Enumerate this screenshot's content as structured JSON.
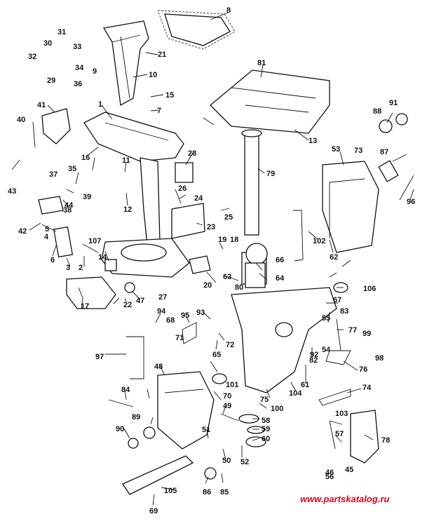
{
  "diagram": {
    "watermark": "www.partskatalog.ru",
    "callouts": [
      "1",
      "2",
      "3",
      "4",
      "5",
      "6",
      "7",
      "8",
      "9",
      "10",
      "11",
      "12",
      "13",
      "14",
      "15",
      "16",
      "17",
      "18",
      "19",
      "20",
      "21",
      "22",
      "23",
      "24",
      "25",
      "26",
      "27",
      "28",
      "29",
      "30",
      "31",
      "32",
      "33",
      "34",
      "35",
      "36",
      "37",
      "38",
      "39",
      "40",
      "41",
      "42",
      "43",
      "44",
      "45",
      "46",
      "47",
      "48",
      "49",
      "50",
      "51",
      "52",
      "53",
      "54",
      "55",
      "56",
      "57",
      "58",
      "59",
      "60",
      "61",
      "62",
      "63",
      "64",
      "65",
      "66",
      "67",
      "68",
      "69",
      "70",
      "71",
      "72",
      "73",
      "74",
      "75",
      "76",
      "77",
      "78",
      "79",
      "80",
      "81",
      "82",
      "83",
      "84",
      "85",
      "86",
      "87",
      "88",
      "89",
      "90",
      "91",
      "92",
      "93",
      "94",
      "95",
      "96",
      "97",
      "98",
      "99",
      "100",
      "101",
      "102",
      "103",
      "104",
      "105",
      "106",
      "107"
    ]
  }
}
